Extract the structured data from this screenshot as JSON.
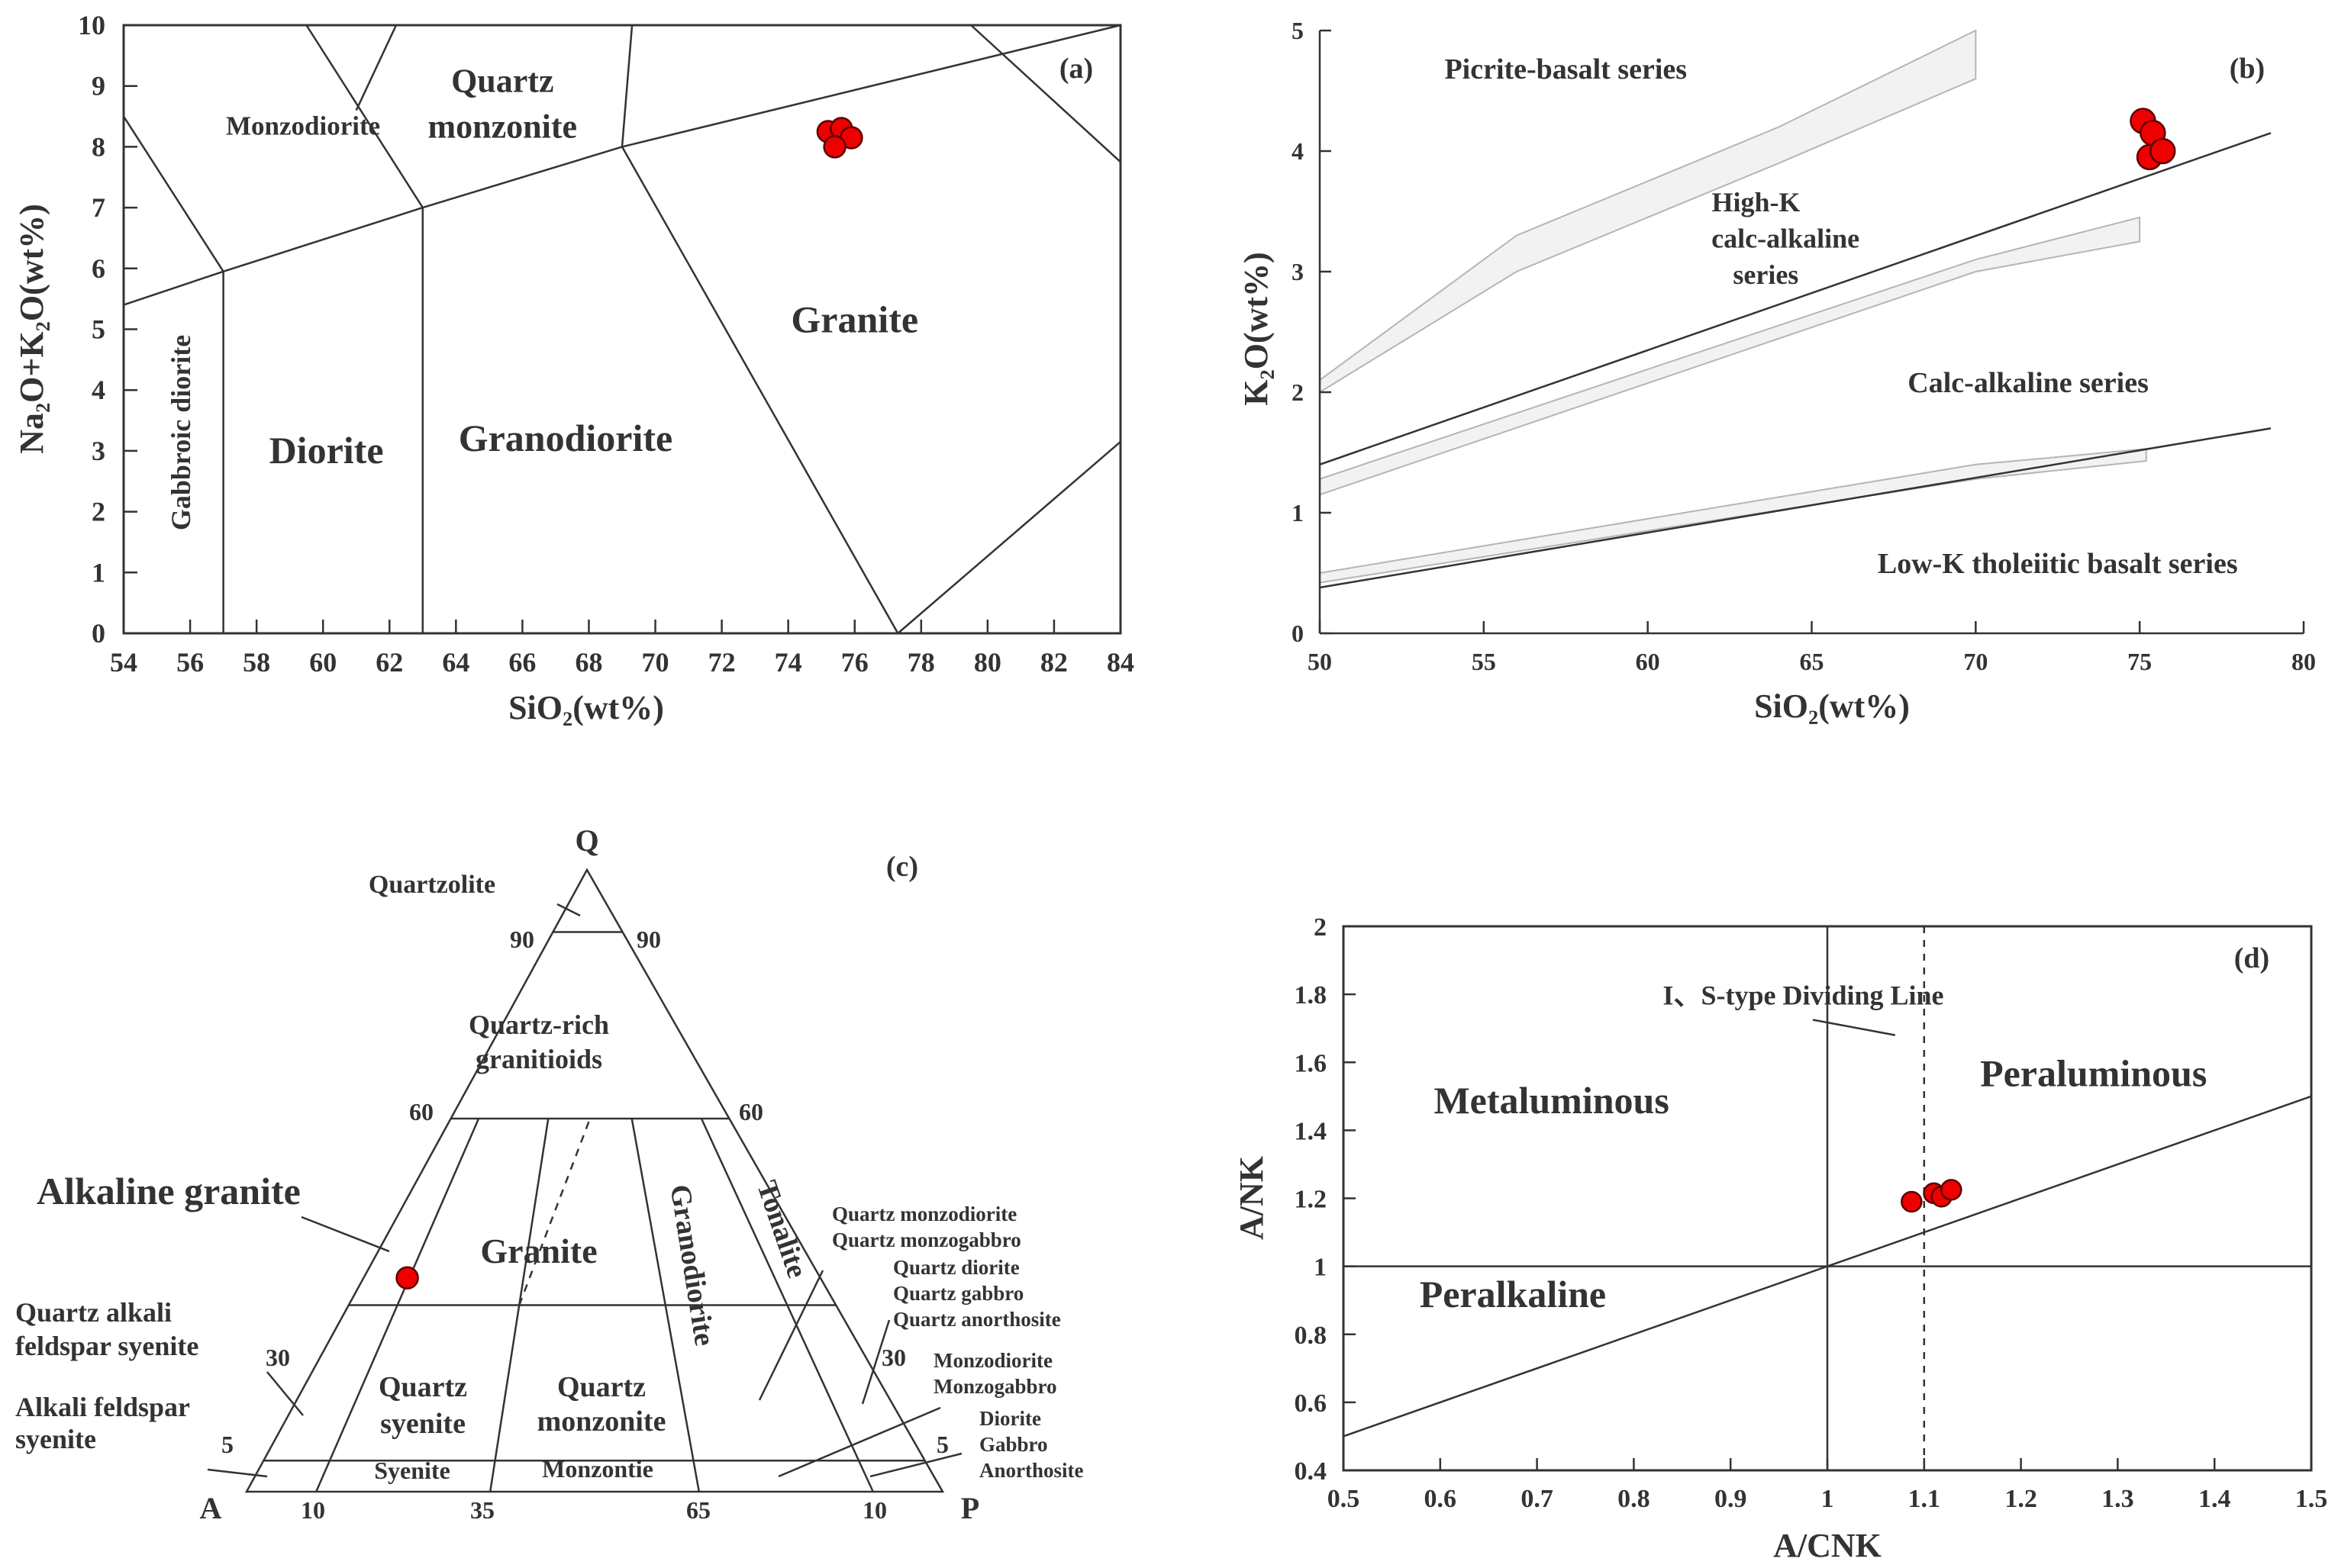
{
  "chart_data": [
    {
      "type": "scatter",
      "panel_label": "(a)",
      "xlabel": "SiO₂(wt%)",
      "ylabel": "Na₂O+K₂O(wt%)",
      "xlim": [
        54,
        84
      ],
      "ylim": [
        0,
        10
      ],
      "xticks": [
        54,
        56,
        58,
        60,
        62,
        64,
        66,
        68,
        70,
        72,
        74,
        76,
        78,
        80,
        82,
        84
      ],
      "yticks": [
        0,
        1,
        2,
        3,
        4,
        5,
        6,
        7,
        8,
        9,
        10
      ],
      "field_boundaries": [
        [
          [
            54,
            5.4
          ],
          [
            57,
            5.95
          ],
          [
            63,
            7
          ],
          [
            69,
            8
          ],
          [
            84,
            10.2
          ]
        ],
        [
          [
            57,
            0
          ],
          [
            57,
            5.95
          ]
        ],
        [
          [
            63,
            0
          ],
          [
            63,
            7
          ]
        ],
        [
          [
            54,
            8.5
          ],
          [
            57,
            5.95
          ]
        ],
        [
          [
            63,
            7
          ],
          [
            59.5,
            10
          ]
        ],
        [
          [
            61,
            8.6
          ],
          [
            62.2,
            10
          ]
        ],
        [
          [
            69,
            8
          ],
          [
            69.3,
            10
          ]
        ],
        [
          [
            69,
            8
          ],
          [
            77.3,
            0
          ]
        ],
        [
          [
            77.3,
            0
          ],
          [
            84,
            3.15
          ]
        ],
        [
          [
            79.5,
            10
          ],
          [
            84,
            7.75
          ]
        ]
      ],
      "field_labels": [
        {
          "text": "Monzodiorite",
          "x": 59.4,
          "y": 8.2
        },
        {
          "text": "Quartz",
          "x": 65.4,
          "y": 8.9
        },
        {
          "text": "monzonite",
          "x": 65.4,
          "y": 8.15
        },
        {
          "text": "Granite",
          "x": 76,
          "y": 4.95
        },
        {
          "text": "Diorite",
          "x": 60.1,
          "y": 2.8
        },
        {
          "text": "Granodiorite",
          "x": 67.3,
          "y": 3.0
        },
        {
          "text": "Gabbroic diorite",
          "x": 56,
          "y": 3.3,
          "rotated": true
        }
      ],
      "points": [
        {
          "x": 75.2,
          "y": 8.25
        },
        {
          "x": 75.6,
          "y": 8.3
        },
        {
          "x": 75.9,
          "y": 8.15
        },
        {
          "x": 75.4,
          "y": 8.0
        }
      ]
    },
    {
      "type": "scatter",
      "panel_label": "(b)",
      "xlabel": "SiO₂(wt%)",
      "ylabel": "K₂O(wt%)",
      "xlim": [
        50,
        80
      ],
      "ylim": [
        0,
        5
      ],
      "xticks": [
        50,
        55,
        60,
        65,
        70,
        75,
        80
      ],
      "yticks": [
        0,
        1,
        2,
        3,
        4,
        5
      ],
      "series_lines": [
        [
          [
            50,
            1.4
          ],
          [
            79,
            4.15
          ]
        ],
        [
          [
            50,
            0.38
          ],
          [
            79,
            1.7
          ]
        ]
      ],
      "bands": [
        [
          [
            50,
            2.1
          ],
          [
            56,
            3.3
          ],
          [
            64,
            4.2
          ],
          [
            70,
            5.0
          ],
          [
            70,
            4.6
          ],
          [
            64,
            3.9
          ],
          [
            56,
            3.0
          ],
          [
            50,
            2.0
          ]
        ],
        [
          [
            50,
            1.28
          ],
          [
            70,
            3.1
          ],
          [
            75,
            3.45
          ],
          [
            75,
            3.25
          ],
          [
            70,
            3.0
          ],
          [
            50,
            1.15
          ]
        ],
        [
          [
            50,
            0.5
          ],
          [
            70,
            1.4
          ],
          [
            75.2,
            1.53
          ],
          [
            75.2,
            1.43
          ],
          [
            70,
            1.28
          ],
          [
            50,
            0.42
          ]
        ]
      ],
      "field_labels": [
        {
          "text": "Picrite-basalt series",
          "x": 57.5,
          "y": 4.6
        },
        {
          "text": "High-K",
          "x": 63.3,
          "y": 3.5
        },
        {
          "text": "calc-alkaline",
          "x": 64.2,
          "y": 3.2
        },
        {
          "text": "series",
          "x": 63.6,
          "y": 2.9
        },
        {
          "text": "Calc-alkaline series",
          "x": 71.6,
          "y": 2.0
        },
        {
          "text": "Low-K tholeiitic basalt series",
          "x": 72.5,
          "y": 0.5
        }
      ],
      "points": [
        {
          "x": 75.1,
          "y": 4.25
        },
        {
          "x": 75.4,
          "y": 4.15
        },
        {
          "x": 75.3,
          "y": 3.95
        },
        {
          "x": 75.7,
          "y": 4.0
        }
      ]
    },
    {
      "type": "ternary",
      "panel_label": "(c)",
      "vertices": [
        "Q",
        "A",
        "P"
      ],
      "left_ticks": [
        {
          "label": "90",
          "level": 0.9
        },
        {
          "label": "60",
          "level": 0.6
        },
        {
          "label": "30",
          "level": 0.3
        },
        {
          "label": "5",
          "level": 0.05
        }
      ],
      "right_ticks": [
        {
          "label": "90",
          "level": 0.9
        },
        {
          "label": "60",
          "level": 0.6
        },
        {
          "label": "30",
          "level": 0.3
        },
        {
          "label": "5",
          "level": 0.05
        }
      ],
      "base_ticks": [
        {
          "label": "10",
          "ratio": 0.1
        },
        {
          "label": "35",
          "ratio": 0.35
        },
        {
          "label": "65",
          "ratio": 0.65
        },
        {
          "label": "10",
          "ratio": 0.9
        }
      ],
      "field_labels": [
        {
          "text": "Quartzolite"
        },
        {
          "text": "Quartz-rich"
        },
        {
          "text": "granitioids"
        },
        {
          "text": "Granite"
        },
        {
          "text": "Granodiorite"
        },
        {
          "text": "Tonalite"
        },
        {
          "text": "Quartz"
        },
        {
          "text": "syenite"
        },
        {
          "text": "Quartz"
        },
        {
          "text": "monzonite"
        },
        {
          "text": "Syenite"
        },
        {
          "text": "Monzontie"
        }
      ],
      "side_labels": [
        {
          "text": "Alkaline granite"
        },
        {
          "text": "Quartz alkali"
        },
        {
          "text": "feldspar syenite"
        },
        {
          "text": "Alkali feldspar"
        },
        {
          "text": "syenite"
        },
        {
          "text": "Quartz  monzodiorite"
        },
        {
          "text": "Quartz monzogabbro"
        },
        {
          "text": "Quartz  diorite"
        },
        {
          "text": "Quartz gabbro"
        },
        {
          "text": "Quartz anorthosite"
        },
        {
          "text": "Monzodiorite"
        },
        {
          "text": "Monzogabbro"
        },
        {
          "text": "Diorite"
        },
        {
          "text": "Gabbro"
        },
        {
          "text": "Anorthosite"
        }
      ],
      "points": [
        {
          "q": 0.35,
          "a": 0.61,
          "p": 0.04
        }
      ]
    },
    {
      "type": "scatter",
      "panel_label": "(d)",
      "xlabel": "A/CNK",
      "ylabel": "A/NK",
      "xlim": [
        0.5,
        1.5
      ],
      "ylim": [
        0.4,
        2
      ],
      "xticks": [
        0.5,
        0.6,
        0.7,
        0.8,
        0.9,
        1,
        1.1,
        1.2,
        1.3,
        1.4,
        1.5
      ],
      "yticks": [
        0.4,
        0.6,
        0.8,
        1,
        1.2,
        1.4,
        1.6,
        1.8,
        2
      ],
      "field_labels": [
        {
          "text": "Metaluminous",
          "x": 0.715,
          "y": 1.45
        },
        {
          "text": "Peraluminous",
          "x": 1.275,
          "y": 1.53
        },
        {
          "text": "Peralkaline",
          "x": 0.675,
          "y": 0.88
        },
        {
          "text": "I、S-type Dividing Line",
          "x": 0.83,
          "y": 1.77
        }
      ],
      "dividing_line_x": 1.1,
      "points": [
        {
          "x": 1.087,
          "y": 1.19
        },
        {
          "x": 1.11,
          "y": 1.215
        },
        {
          "x": 1.118,
          "y": 1.205
        },
        {
          "x": 1.128,
          "y": 1.225
        }
      ]
    }
  ]
}
